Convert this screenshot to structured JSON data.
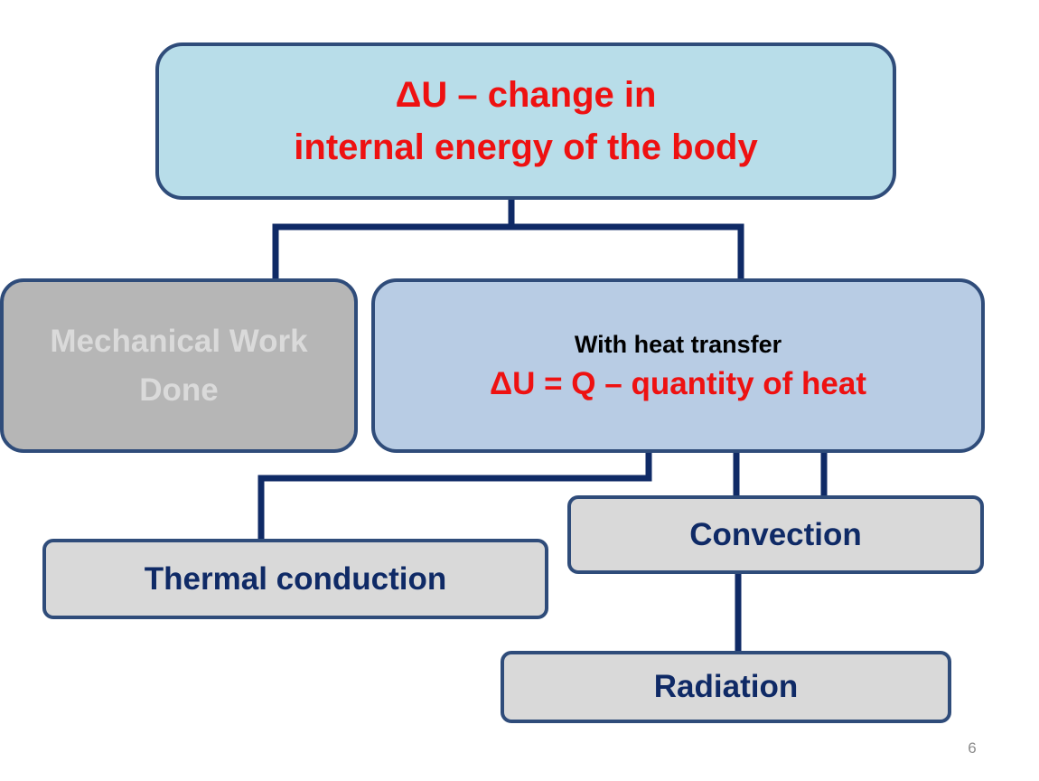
{
  "root": {
    "line1": "ΔU – change in",
    "line2": "internal energy of the body"
  },
  "branches": {
    "mechanical": {
      "line1": "Mechanical Work",
      "line2": "Done"
    },
    "heat_transfer": {
      "title": "With heat transfer",
      "formula": "ΔU = Q – quantity of heat"
    }
  },
  "modes": {
    "thermal_conduction": "Thermal conduction",
    "convection": "Convection",
    "radiation": "Radiation"
  },
  "slide": {
    "page_number": "6"
  },
  "colors": {
    "connector": "#0f2a66",
    "root_fill": "#b8dde9",
    "heat_fill": "#b8cce4",
    "mechanical_fill": "#b6b6b6",
    "mode_fill": "#d9d9d9",
    "highlight_text": "#ee1111",
    "mode_text": "#0f2a66"
  }
}
